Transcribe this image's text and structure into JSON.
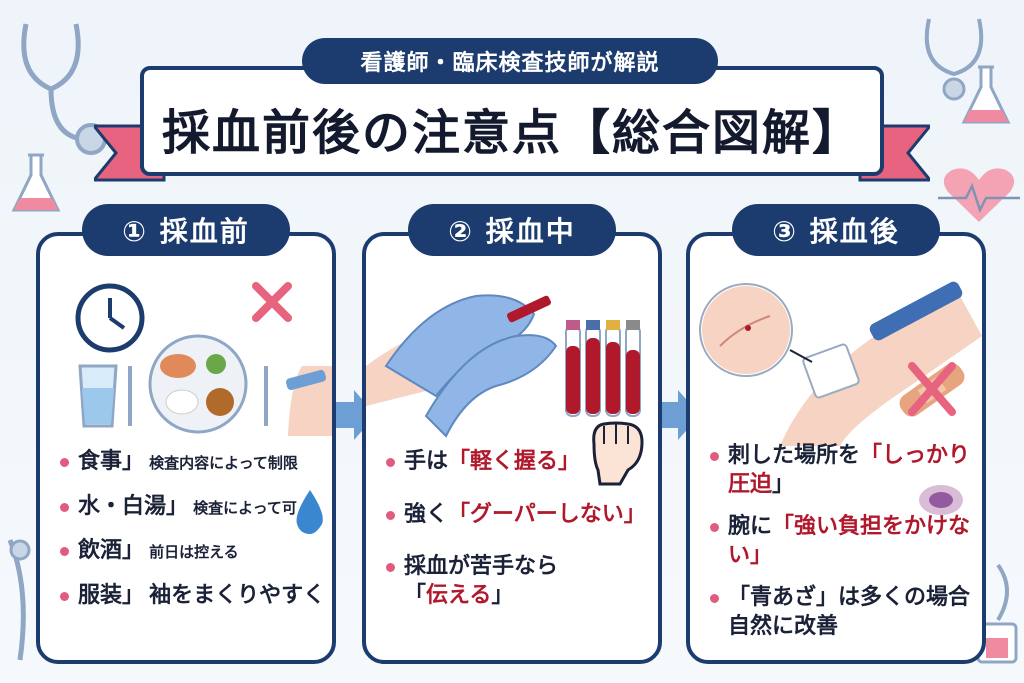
{
  "header": {
    "subtitle": "看護師・臨床検査技師が解説",
    "title": "採血前後の注意点【総合図解】"
  },
  "colors": {
    "navy": "#1c3b6e",
    "pink": "#e8637f",
    "red": "#b0182c",
    "glove": "#8fb6e6"
  },
  "icons": [
    "stethoscope-icon",
    "flask-icon",
    "heart-icon",
    "clock-icon",
    "water-glass-icon",
    "meal-plate-icon",
    "cross-mark-icon",
    "gloved-hands-icon",
    "blood-tubes-icon",
    "fist-icon",
    "bandage-icon",
    "bruise-icon"
  ],
  "panels": [
    {
      "label": "① 採血前",
      "items": [
        {
          "main": "食事」",
          "sub": "検査内容によって制限"
        },
        {
          "main": "水・白湯」",
          "sub": "検査によって可"
        },
        {
          "main": "飲酒」",
          "sub": "前日は控える"
        },
        {
          "main": "服装」",
          "sub": "袖をまくりやすく"
        }
      ]
    },
    {
      "label": "② 採血中",
      "items": [
        {
          "pre": "手は",
          "em": "「軽く握る」"
        },
        {
          "pre": "強く",
          "em": "「グーパーしない」"
        },
        {
          "pre": "採血が苦手なら",
          "pre2": "「",
          "em": "伝える",
          "post": "」"
        }
      ]
    },
    {
      "label": "③ 採血後",
      "items": [
        {
          "pre": "刺した場所を",
          "em": "「しっかり",
          "em2": "圧迫",
          "post": "」"
        },
        {
          "pre": "腕に",
          "em": "「強い負担をかけない」"
        },
        {
          "pre": "「青あざ」は多くの場合",
          "pre2": "自然に改善"
        }
      ]
    }
  ]
}
